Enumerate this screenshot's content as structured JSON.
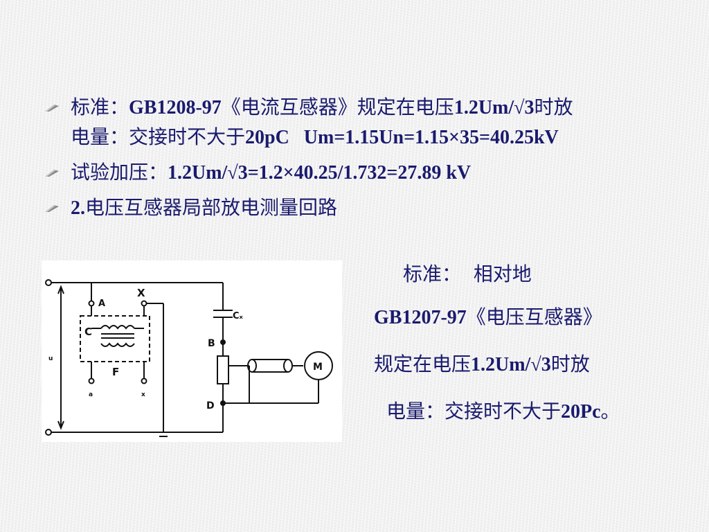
{
  "bullets": [
    {
      "line1_prefix": "标准：",
      "line1_code": "GB1208-97",
      "line1_title": "《电流互感器》规定在电压",
      "line1_value": "1.2Um/√3",
      "line1_suffix": "时放",
      "line2_prefix": "电量：交接时不大于",
      "line2_value": "20pC   Um=1.15Un=1.15×35=40.25kV"
    },
    {
      "prefix": "试验加压：",
      "value": "1.2Um/√3=1.2×40.25/1.732=27.89 kV"
    },
    {
      "num": "2.",
      "text": "电压互感器局部放电测量回路"
    }
  ],
  "right": {
    "line1": "标准：  相对地",
    "line2_code": "GB1207-97",
    "line2_title": "《电压互感器》",
    "line3_prefix": "规定在电压",
    "line3_value": "1.2Um/√3",
    "line3_suffix": "时放",
    "line4_prefix": "电量：交接时不大于",
    "line4_value": "20Pc",
    "line4_suffix": "。"
  },
  "diagram_labels": {
    "a": "A",
    "x_top": "X",
    "c": "C",
    "f": "F",
    "a_small": "a",
    "x_small": "x",
    "cx": "Cₓ",
    "b": "B",
    "d": "D",
    "m": "M",
    "u": "u"
  },
  "colors": {
    "text": "#1a1a6e",
    "background": "#f2f2f2"
  }
}
